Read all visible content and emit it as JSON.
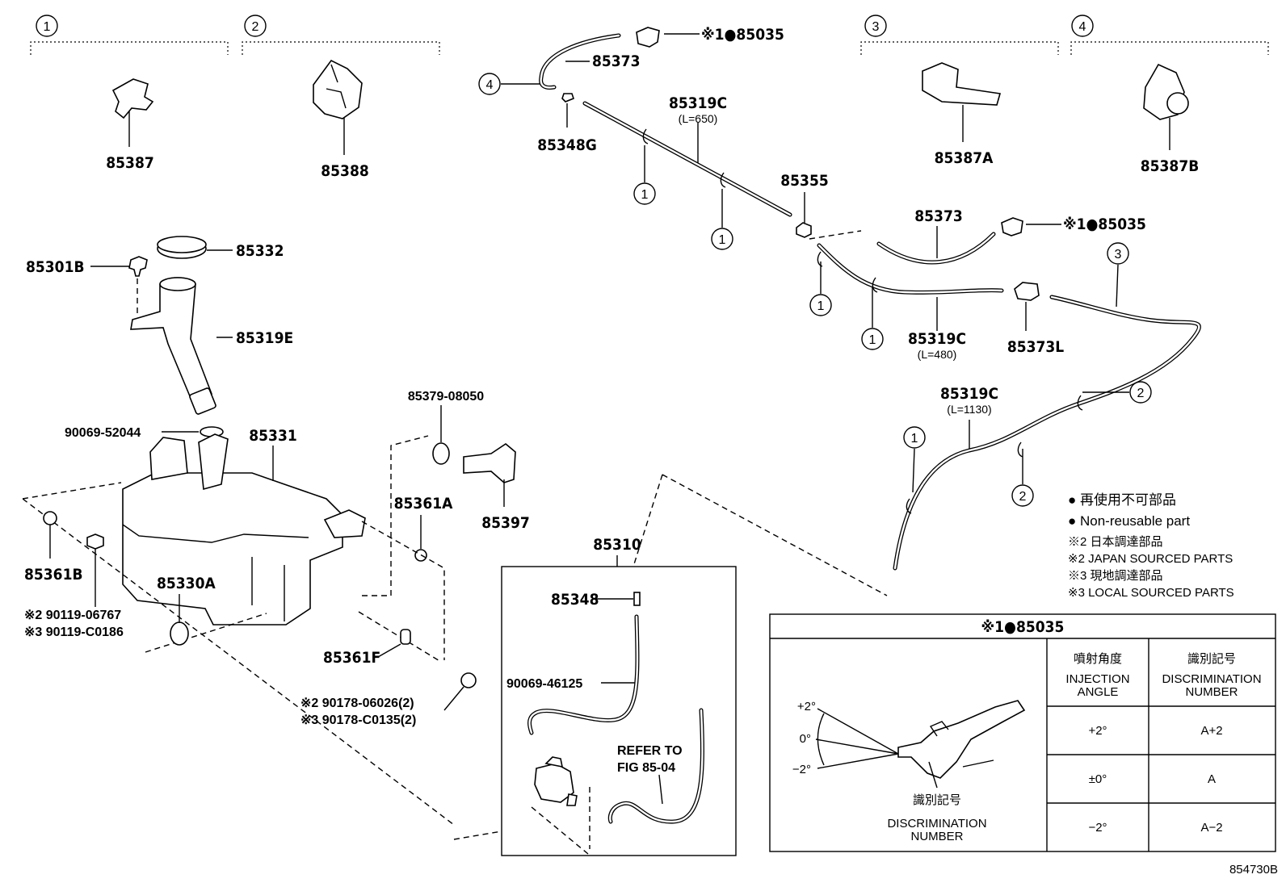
{
  "variants": {
    "v1": "1",
    "v2": "2",
    "v3": "3",
    "v4": "4"
  },
  "parts": {
    "p85387": "85387",
    "p85388": "85388",
    "p85387A": "85387A",
    "p85387B": "85387B",
    "p85301B": "85301B",
    "p85332": "85332",
    "p85319E": "85319E",
    "p90069_52044": "90069-52044",
    "p85331": "85331",
    "p85379": "85379-08050",
    "p85397": "85397",
    "p85361A": "85361A",
    "p85361B": "85361B",
    "p85330A": "85330A",
    "p85361F": "85361F",
    "p90119_06767": "※2 90119-06767",
    "p90119_C0186": "※3 90119-C0186",
    "p90178_06026": "※2 90178-06026(2)",
    "p90178_C0135": "※3 90178-C0135(2)",
    "p85310": "85310",
    "p85348": "85348",
    "p90069_46125": "90069-46125",
    "refer1": "REFER TO",
    "refer2": "FIG 85-04",
    "p85035_top": "※1●85035",
    "p85373_top": "85373",
    "p85348G": "85348G",
    "p85319C_top": "85319C",
    "p85319C_top_len": "(L=650)",
    "p85355": "85355",
    "p85373_mid": "85373",
    "p85035_mid": "※1●85035",
    "p85319C_mid": "85319C",
    "p85319C_mid_len": "(L=480)",
    "p85373L": "85373L",
    "p85319C_low": "85319C",
    "p85319C_low_len": "(L=1130)"
  },
  "legend": {
    "non_reusable_jp": "● 再使用不可部品",
    "non_reusable_en": "● Non-reusable part",
    "japan_jp": "※2 日本調達部品",
    "japan_en": "※2 JAPAN SOURCED PARTS",
    "local_jp": "※3 現地調達部品",
    "local_en": "※3 LOCAL SOURCED PARTS"
  },
  "table": {
    "title": "※1●85035",
    "col1_jp": "噴射角度",
    "col1_en_1": "INJECTION",
    "col1_en_2": "ANGLE",
    "col2_jp": "識別記号",
    "col2_en_1": "DISCRIMINATION",
    "col2_en_2": "NUMBER",
    "rows": [
      {
        "angle": "+2°",
        "number": "A+2"
      },
      {
        "angle": "±0°",
        "number": "A"
      },
      {
        "angle": "−2°",
        "number": "A−2"
      }
    ],
    "angle_plus": "+2°",
    "angle_zero": "0°",
    "angle_minus": "−2°",
    "disc_jp": "識別記号",
    "disc_en_1": "DISCRIMINATION",
    "disc_en_2": "NUMBER"
  },
  "figure_id": "854730B"
}
